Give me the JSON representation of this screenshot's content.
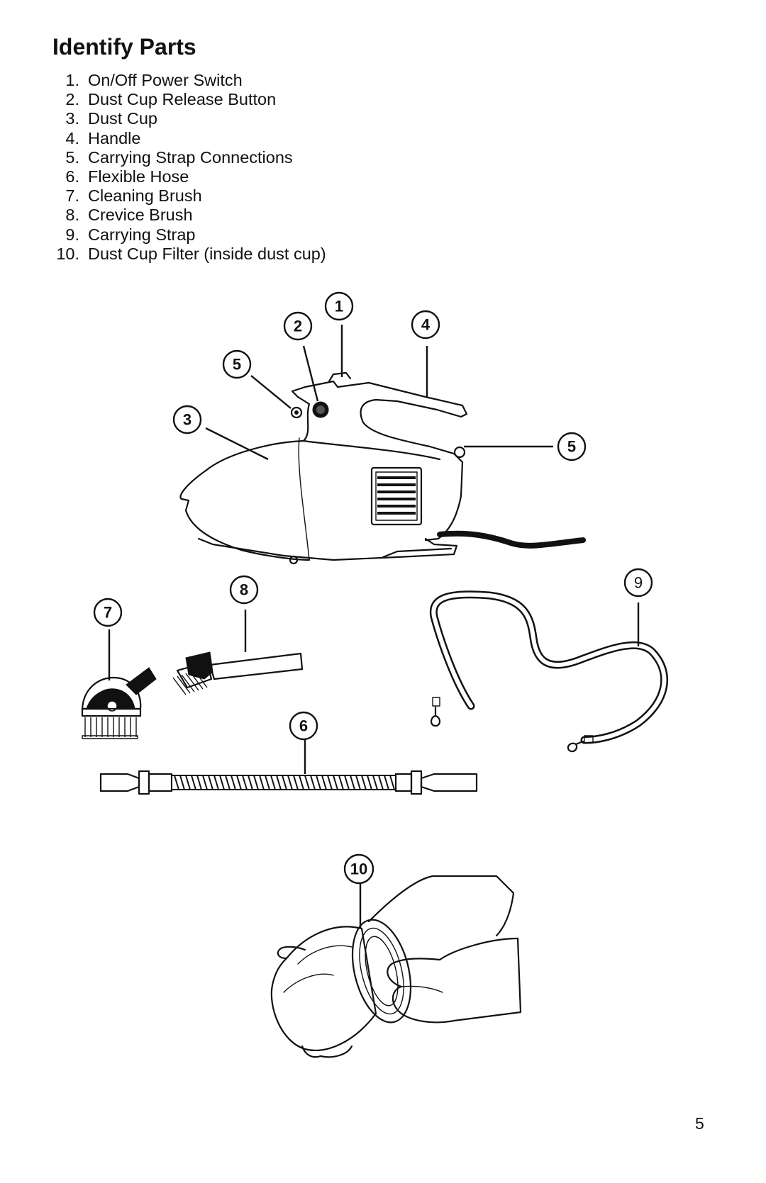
{
  "page": {
    "title": "Identify Parts",
    "page_number": "5"
  },
  "parts": [
    {
      "num": "1.",
      "label": "On/Off Power Switch"
    },
    {
      "num": "2.",
      "label": "Dust Cup Release Button"
    },
    {
      "num": "3.",
      "label": "Dust Cup"
    },
    {
      "num": "4.",
      "label": "Handle"
    },
    {
      "num": "5.",
      "label": "Carrying Strap Connections"
    },
    {
      "num": "6.",
      "label": "Flexible Hose"
    },
    {
      "num": "7.",
      "label": "Cleaning Brush"
    },
    {
      "num": "8.",
      "label": "Crevice Brush"
    },
    {
      "num": "9.",
      "label": "Carrying Strap"
    },
    {
      "num": "10.",
      "label": "Dust Cup Filter (inside dust cup)"
    }
  ],
  "callouts": {
    "c1": "1",
    "c2": "2",
    "c3": "3",
    "c4": "4",
    "c5a": "5",
    "c5b": "5",
    "c6": "6",
    "c7": "7",
    "c8": "8",
    "c9": "9",
    "c10": "10"
  }
}
